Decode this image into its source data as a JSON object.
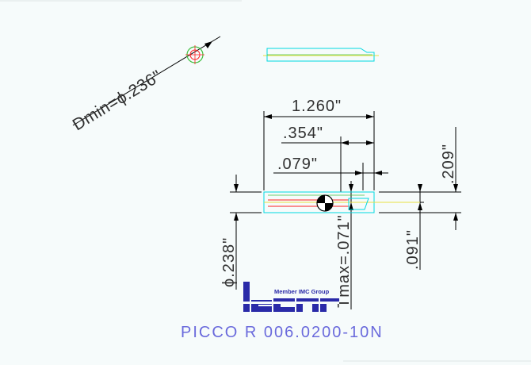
{
  "drawing": {
    "part_number": "PICCO R 006.0200-10N",
    "dimensions": {
      "d_min": "Dmin=ϕ.236\"",
      "overall_length": "1.260\"",
      "length_354": ".354\"",
      "length_079": ".079\"",
      "height_209": ".209\"",
      "diameter_238": "ϕ.238\"",
      "t_max": "Tmax=.071\"",
      "height_091": ".091\""
    }
  },
  "logo": {
    "tagline": "Member IMC Group",
    "brand": "iscar"
  },
  "colors": {
    "background": "#f6fbfb",
    "dimension_line": "#000000",
    "outline": "#00d8e0",
    "center_line": "#ff2020",
    "accent_green": "#40c040",
    "yellow": "#e8e040",
    "part_text": "#6a6adc",
    "logo": "#2a2aa8"
  }
}
